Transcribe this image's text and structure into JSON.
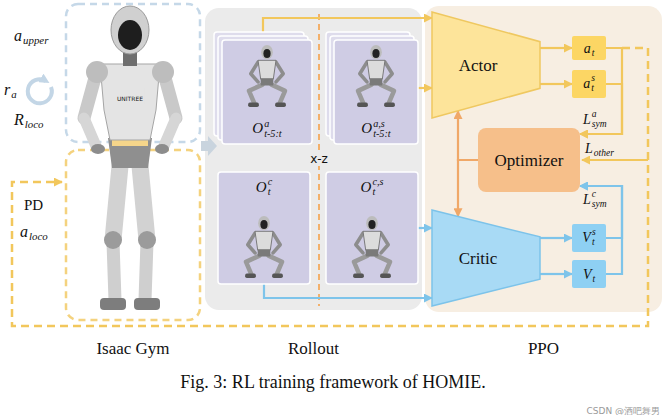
{
  "diagram": {
    "caption": "Fig. 3: RL training framework of HOMIE.",
    "nodes": [
      {
        "text": [
          "Rollout"
        ]
      },
      {
        "text": [
          "O",
          "a",
          "t-5:t"
        ],
        "in": 0
      },
      {
        "text": [
          "O",
          "a,s",
          "t-5:t"
        ],
        "in": 0
      },
      {
        "text": [
          "O",
          "c",
          "t"
        ],
        "in": 0
      },
      {
        "text": [
          "O",
          "c,s",
          "t"
        ],
        "in": 0
      },
      {
        "text": [
          "PPO"
        ]
      },
      {
        "text": [
          "Actor"
        ],
        "in": 5
      },
      {
        "text": [
          "a",
          "t"
        ],
        "in": 5
      },
      {
        "text": [
          "a",
          "s",
          "t"
        ],
        "in": 5
      },
      {
        "text": [
          "Optimizer"
        ],
        "in": 5
      },
      {
        "text": [
          "Critic"
        ],
        "in": 5
      },
      {
        "text": [
          "V",
          "s",
          "t"
        ],
        "in": 5
      },
      {
        "text": [
          "V",
          "t"
        ],
        "in": 5
      }
    ],
    "edges": [
      {
        "from": 1,
        "to": 6,
        "arrow": "to"
      },
      {
        "from": 2,
        "to": 6,
        "arrow": "to"
      },
      {
        "from": 3,
        "to": 10,
        "arrow": "to"
      },
      {
        "from": 4,
        "to": 10,
        "arrow": "to"
      },
      {
        "from": 9,
        "to": 6,
        "arrow": "to"
      },
      {
        "from": 9,
        "to": 10,
        "arrow": "to"
      },
      {
        "from": 6,
        "to": 7,
        "arrow": "to"
      },
      {
        "from": 6,
        "to": 8,
        "arrow": "to"
      },
      {
        "from": 10,
        "to": 11,
        "arrow": "to"
      },
      {
        "from": 10,
        "to": 12,
        "arrow": "to"
      },
      {
        "from": 7,
        "to": 9,
        "arrow": "to"
      },
      {
        "from": 8,
        "to": 9,
        "arrow": "to"
      },
      {
        "from": 11,
        "to": 9,
        "arrow": "to"
      },
      {
        "from": 12,
        "to": 9,
        "arrow": "to"
      }
    ],
    "labels": [
      "a",
      "upper",
      "r",
      "a",
      "R",
      "loco",
      "PD",
      "a",
      "loco",
      "Isaac Gym",
      "UNITREE",
      "x-z",
      "L",
      "a",
      "sym",
      "L",
      "other",
      "L",
      "c",
      "sym",
      "CSDN @酒吧舞男"
    ]
  }
}
